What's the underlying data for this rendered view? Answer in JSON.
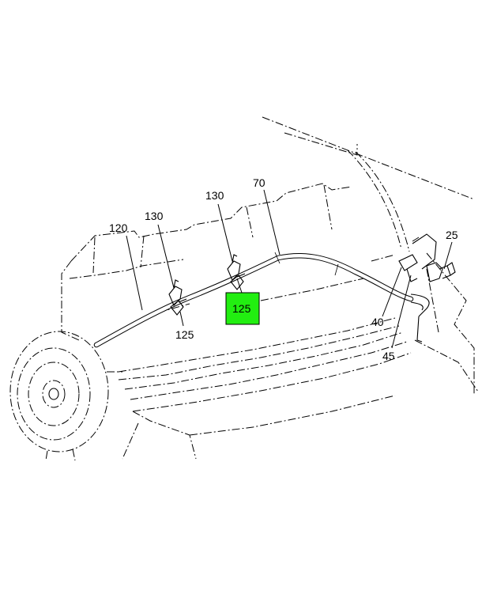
{
  "diagram": {
    "highlight_color": "#22ee11",
    "callouts": {
      "c_120": "120",
      "c_130_left": "130",
      "c_130_right": "130",
      "c_70": "70",
      "c_25": "25",
      "c_125_left": "125",
      "c_125_highlight": "125",
      "c_40": "40",
      "c_45": "45"
    }
  }
}
